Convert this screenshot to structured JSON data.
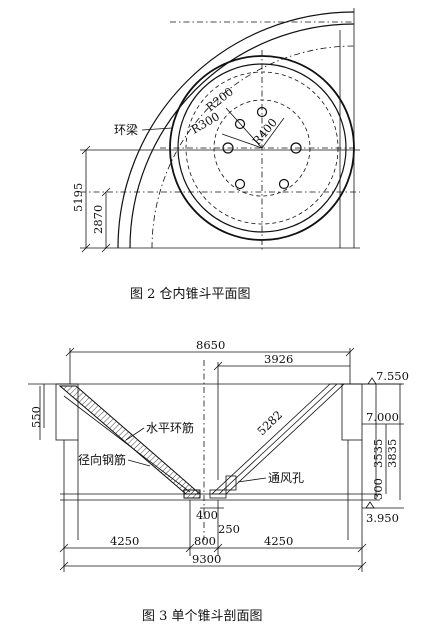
{
  "figure1": {
    "caption": "图 2  仓内锥斗平面图",
    "labels": {
      "ring_beam": "环梁",
      "r200": "R200",
      "r300": "R300",
      "r400": "R400",
      "dim_5195": "5195",
      "dim_2870": "2870"
    }
  },
  "figure2": {
    "caption": "图 3  单个锥斗剖面图",
    "labels": {
      "horizontal_ring_rebar": "水平环筋",
      "radial_rebar": "径向钢筋",
      "vent_hole": "通风孔",
      "dim_8650": "8650",
      "dim_3926": "3926",
      "dim_5282": "5282",
      "dim_550": "550",
      "dim_400": "400",
      "dim_250": "250",
      "dim_4250_left": "4250",
      "dim_800": "800",
      "dim_4250_right": "4250",
      "dim_9300": "9300",
      "elev_7550": "7.550",
      "elev_7000": "7.000",
      "dim_3535": "3535",
      "dim_3835": "3835",
      "dim_300": "300",
      "elev_3950": "3.950"
    }
  }
}
